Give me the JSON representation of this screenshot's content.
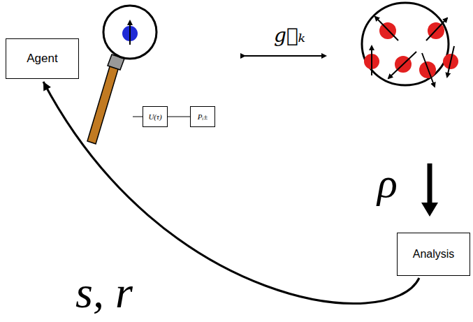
{
  "diagram": {
    "nodes": [
      {
        "text": [
          "Agent"
        ]
      },
      {
        "text": [
          "U(τ)"
        ]
      },
      {
        "text": [
          "Pᵢ±"
        ]
      },
      {
        "text": [
          "Analysis"
        ]
      }
    ],
    "edges": [
      {
        "from": 1,
        "to": 2,
        "arrow": "none"
      },
      {
        "from": 3,
        "to": 0,
        "label": "s, r",
        "arrow": "to"
      }
    ],
    "labels": [
      "g⃗ₖ",
      "ρ"
    ]
  }
}
